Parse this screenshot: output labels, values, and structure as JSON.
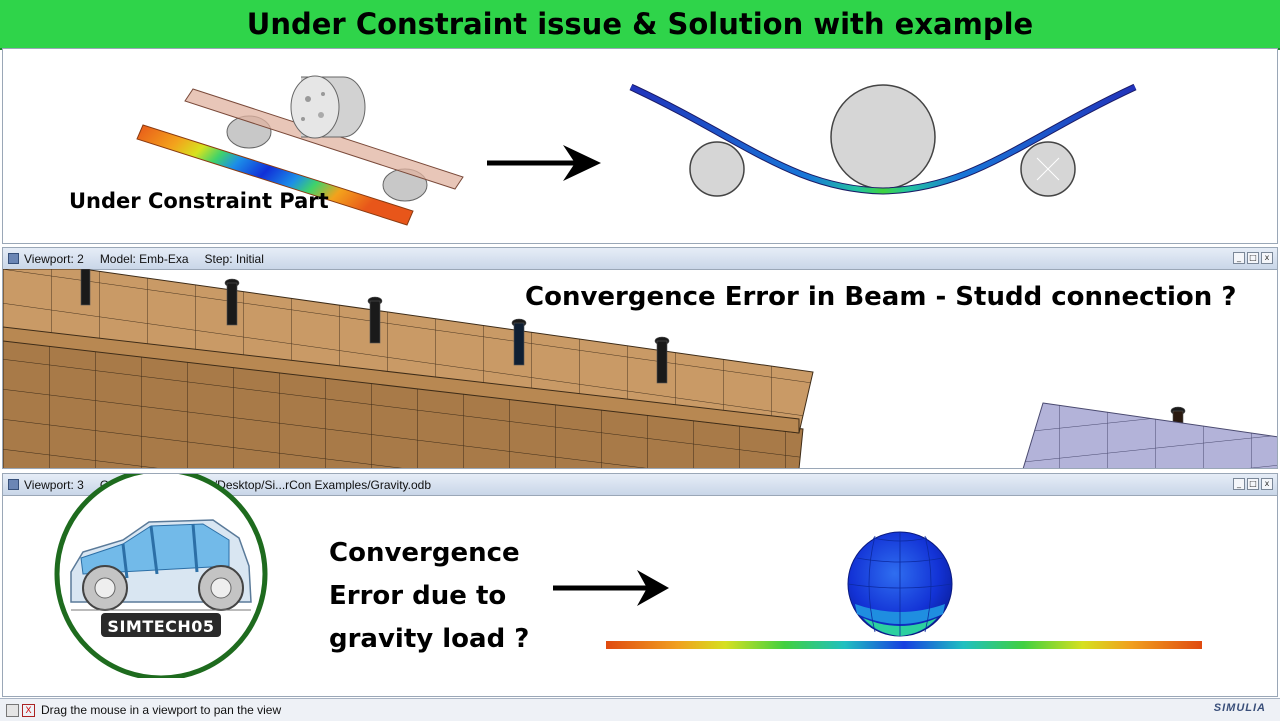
{
  "title": "Under Constraint issue & Solution with example",
  "panel1": {
    "caption": "Under Constraint Part"
  },
  "viewport2": {
    "viewport_label": "Viewport: 2",
    "model_label": "Model: Emb-Exa",
    "step_label": "Step: Initial",
    "headline": "Convergence Error in Beam - Studd connection ?"
  },
  "viewport3": {
    "viewport_label": "Viewport: 3",
    "path_label": "/Desktop/Si...rCon Examples/Gravity.odb",
    "path_prefix": "OD",
    "text_line1": "Convergence",
    "text_line2": "Error due to",
    "text_line3": "gravity load ?",
    "logo_text": "SIMTECH05"
  },
  "window_buttons": {
    "minimize": "_",
    "restore": "□",
    "close": "x"
  },
  "status": {
    "message": "Drag the mouse in a viewport to pan the view",
    "close_glyph": "X",
    "brand": "SIMULIA"
  },
  "colors": {
    "title_bg": "#2fd44a",
    "beam_tan": "#c99a66",
    "plate_lavender": "#b3b3d9",
    "logo_ring": "#1e6b1e"
  }
}
